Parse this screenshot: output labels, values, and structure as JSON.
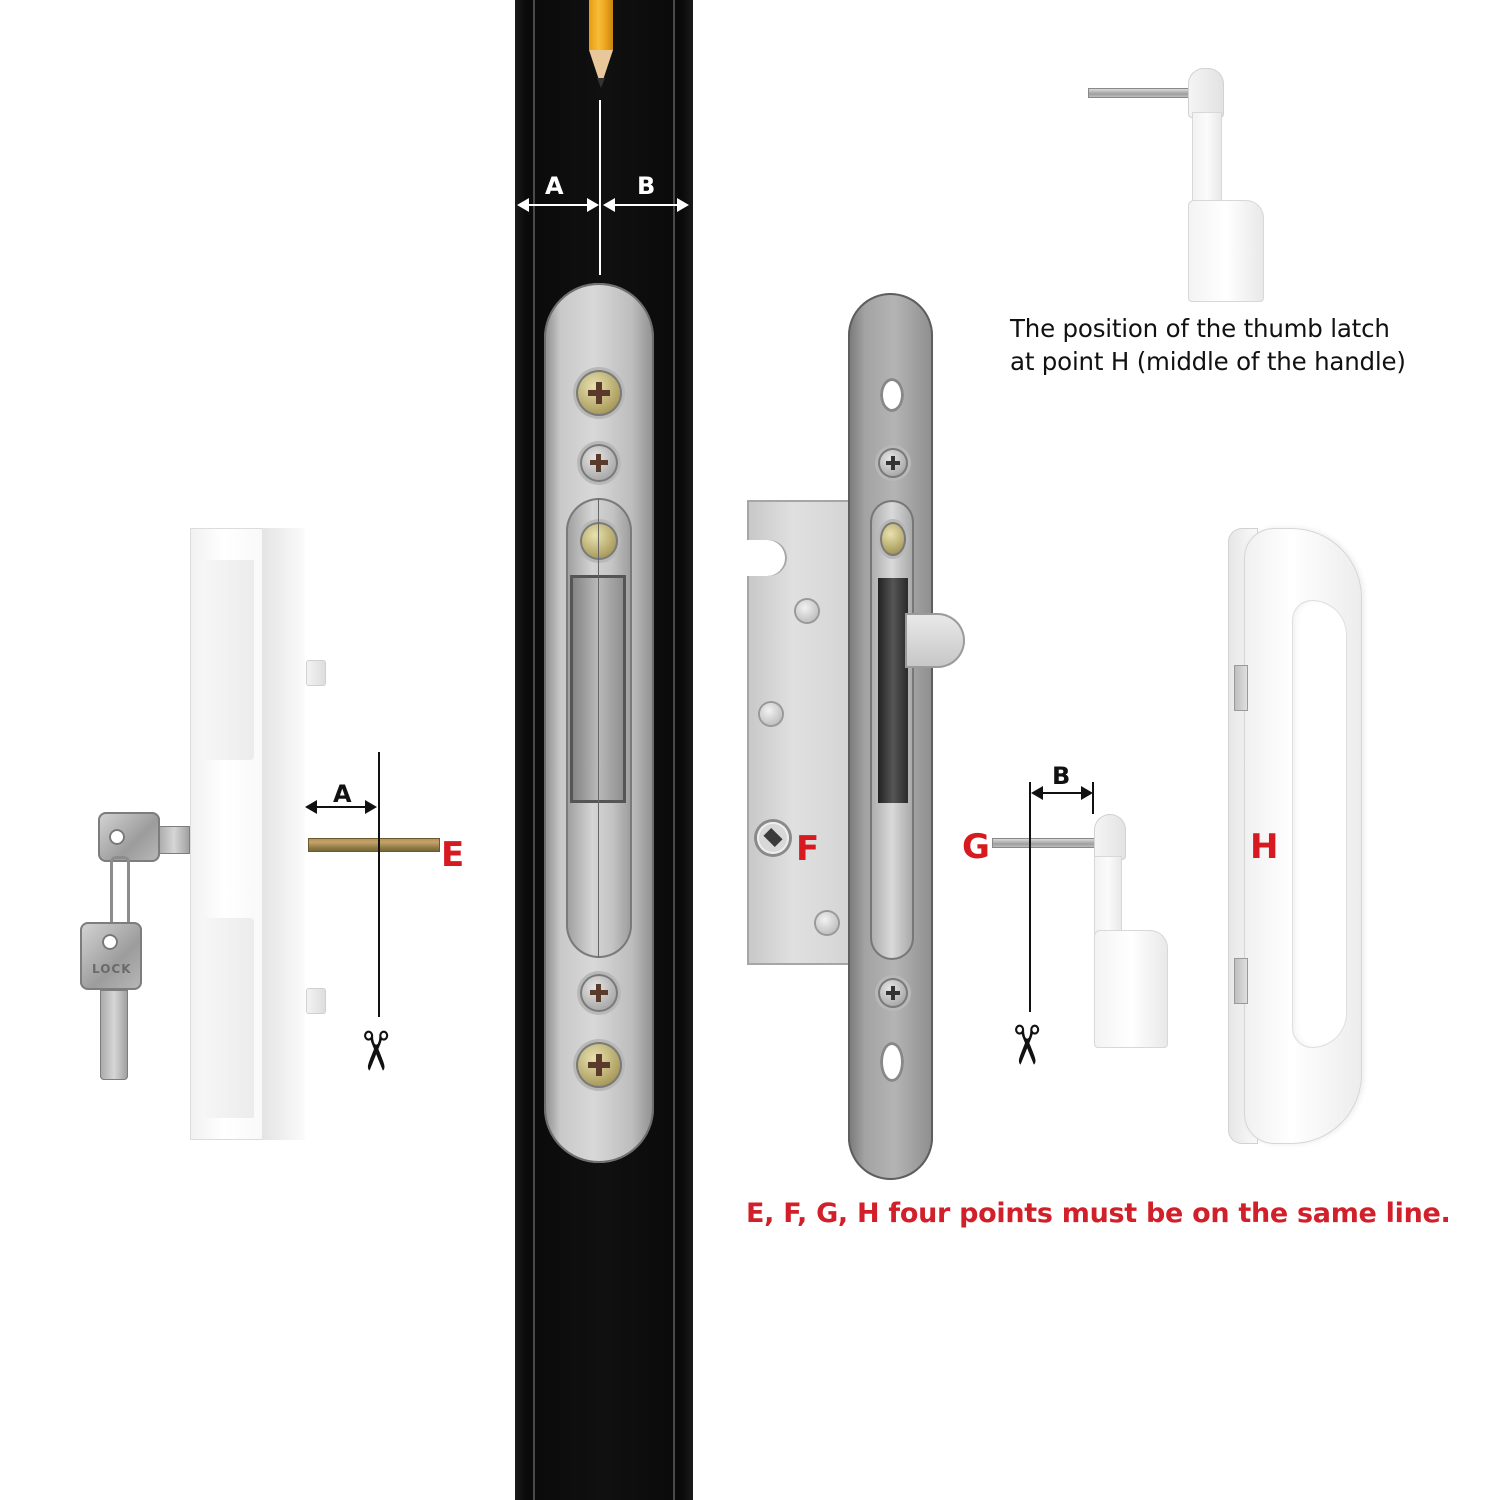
{
  "diagram": {
    "type": "installation-instruction",
    "subject": "Sliding patio door mortise lock with keyed handle and thumb latch",
    "colors": {
      "point_label": "#d71920",
      "warning_text": "#d2202a",
      "frame": "#0e0e0e",
      "dimension_lines_on_frame": "#ffffff",
      "dimension_lines_on_white": "#111111"
    }
  },
  "frame_dimensions": {
    "left_label": "A",
    "right_label": "B"
  },
  "keyed_handle": {
    "dimension_label": "A",
    "point_label": "E",
    "key_text": "LOCK",
    "cut_icon": "scissors-icon"
  },
  "mortise_lock": {
    "point_label": "F"
  },
  "thumb_latch": {
    "dimension_label": "B",
    "point_label": "G",
    "cut_icon": "scissors-icon"
  },
  "pull_handle": {
    "point_label": "H"
  },
  "captions": {
    "thumb_latch_line1": "The position of the thumb latch",
    "thumb_latch_line2": "at point H (middle of the handle)",
    "alignment_warning": "E, F, G, H four points must be on the same line."
  }
}
